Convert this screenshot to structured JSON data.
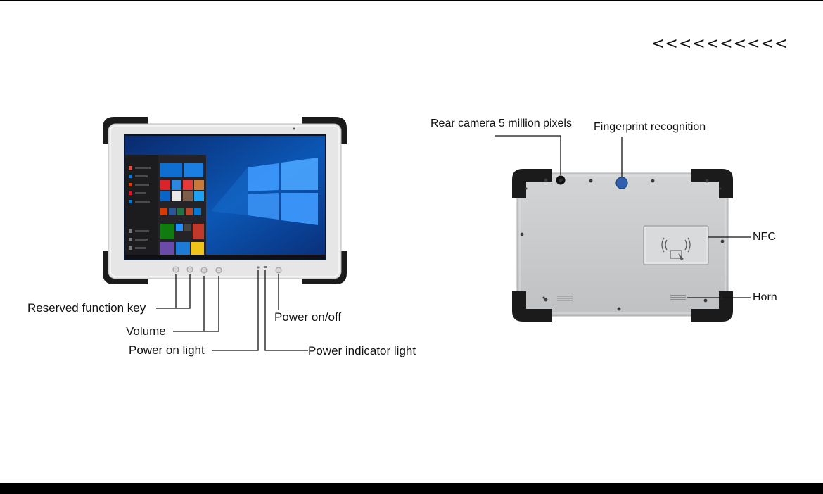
{
  "header": {
    "nav_arrows": "<<<<<<<<<<"
  },
  "front_view": {
    "labels": {
      "reserved_key": "Reserved function key",
      "volume": "Volume",
      "power_on_light": "Power on light",
      "power_onoff": "Power on/off",
      "power_indicator": "Power indicator light"
    }
  },
  "back_view": {
    "labels": {
      "rear_camera": "Rear camera 5 million pixels",
      "fingerprint": "Fingerprint recognition",
      "nfc": "NFC",
      "horn": "Horn"
    }
  },
  "colors": {
    "bumper": "#1b1b1b",
    "frame": "#e6e6e6",
    "back_panel": "#c9cbcd",
    "wallpaper": "#0b57b5",
    "fingerprint_sensor": "#2f5fae"
  }
}
